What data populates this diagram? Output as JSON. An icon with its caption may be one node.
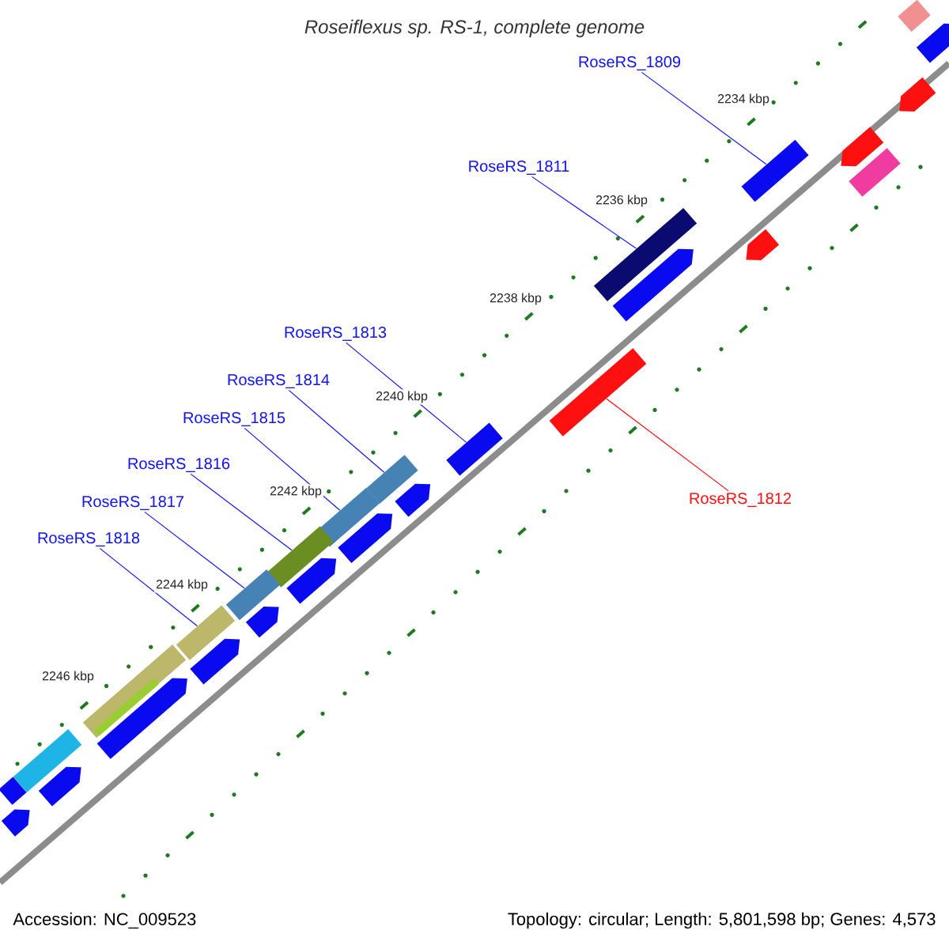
{
  "diagram": {
    "title": "Roseiflexus sp. RS-1, complete genome",
    "nodes": [
      {
        "text": [
          "RoseRS_1809"
        ]
      },
      {
        "text": [
          "RoseRS_1811"
        ]
      },
      {
        "text": [
          "RoseRS_1813"
        ]
      },
      {
        "text": [
          "RoseRS_1814"
        ]
      },
      {
        "text": [
          "RoseRS_1815"
        ]
      },
      {
        "text": [
          "RoseRS_1816"
        ]
      },
      {
        "text": [
          "RoseRS_1812"
        ]
      },
      {
        "text": [
          "RoseRS_1817"
        ]
      },
      {
        "text": [
          "RoseRS_1818"
        ]
      },
      {
        "text": [],
        "shape": "bar"
      },
      {
        "text": [],
        "shape": "bar"
      },
      {
        "text": [],
        "shape": "bar"
      },
      {
        "text": [],
        "shape": "bar"
      },
      {
        "text": [],
        "shape": "bar"
      },
      {
        "text": [],
        "shape": "bar"
      },
      {
        "text": [],
        "shape": "bar"
      },
      {
        "text": [],
        "shape": "bar"
      },
      {
        "text": [],
        "shape": "bar"
      }
    ],
    "edges": [
      {
        "from": 0,
        "to": 9,
        "arrow": "none"
      },
      {
        "from": 1,
        "to": 10,
        "arrow": "none"
      },
      {
        "from": 2,
        "to": 11,
        "arrow": "none"
      },
      {
        "from": 3,
        "to": 12,
        "arrow": "none"
      },
      {
        "from": 4,
        "to": 13,
        "arrow": "none"
      },
      {
        "from": 5,
        "to": 14,
        "arrow": "none"
      },
      {
        "from": 6,
        "to": 15,
        "arrow": "none",
        "color": "#ff0000"
      },
      {
        "from": 7,
        "to": 16,
        "arrow": "none"
      },
      {
        "from": 8,
        "to": 17,
        "arrow": "none"
      }
    ],
    "labels": [
      "2234 kbp",
      "2236 kbp",
      "2238 kbp",
      "2240 kbp",
      "2242 kbp",
      "2244 kbp",
      "2246 kbp",
      "Accession: NC_009523",
      "Topology: circular; Length: 5,801,598 bp; Genes: 4,573"
    ]
  }
}
